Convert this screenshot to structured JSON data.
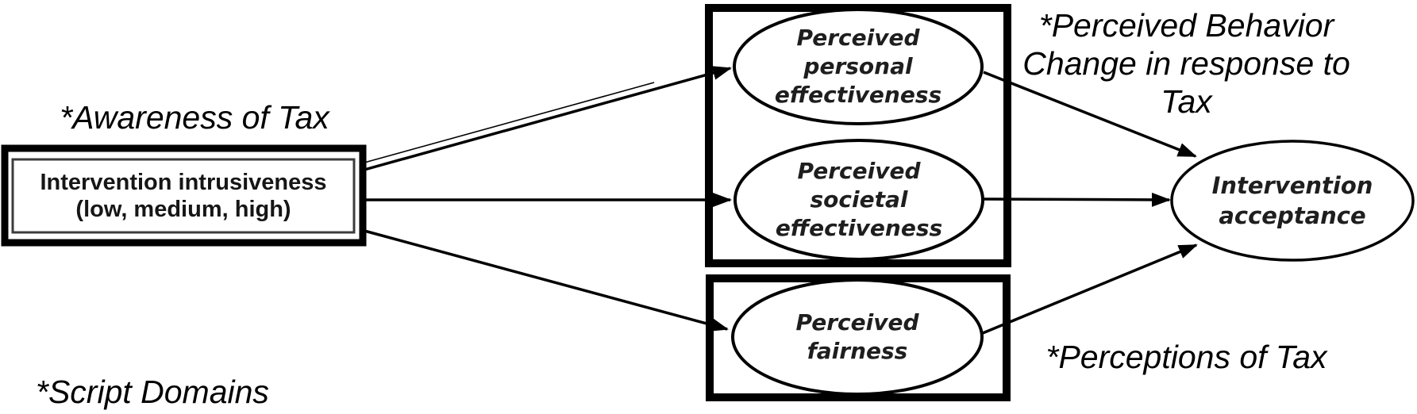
{
  "diagram": {
    "annotations": {
      "awareness": "*Awareness of Tax",
      "behavior_change": "*Perceived Behavior\nChange in response to\nTax",
      "perceptions": "*Perceptions of Tax",
      "script_domains": "*Script Domains"
    },
    "nodes": {
      "intrusiveness": "Intervention intrusiveness\n(low, medium, high)",
      "personal_effectiveness": "Perceived\npersonal\neffectiveness",
      "societal_effectiveness": "Perceived\nsocietal\neffectiveness",
      "fairness": "Perceived\nfairness",
      "acceptance": "Intervention\nacceptance"
    },
    "edges": [
      {
        "from": "Intervention intrusiveness (low, medium, high)",
        "to": "Perceived personal effectiveness"
      },
      {
        "from": "Intervention intrusiveness (low, medium, high)",
        "to": "Perceived societal effectiveness"
      },
      {
        "from": "Intervention intrusiveness (low, medium, high)",
        "to": "Perceived fairness"
      },
      {
        "from": "Perceived personal effectiveness",
        "to": "Intervention acceptance"
      },
      {
        "from": "Perceived societal effectiveness",
        "to": "Intervention acceptance"
      },
      {
        "from": "Perceived fairness",
        "to": "Intervention acceptance"
      }
    ],
    "colors": {
      "stroke": "#000000",
      "inner_box_stroke": "#3c3c3c",
      "label_text": "#1e1e1e",
      "background": "#ffffff"
    }
  }
}
